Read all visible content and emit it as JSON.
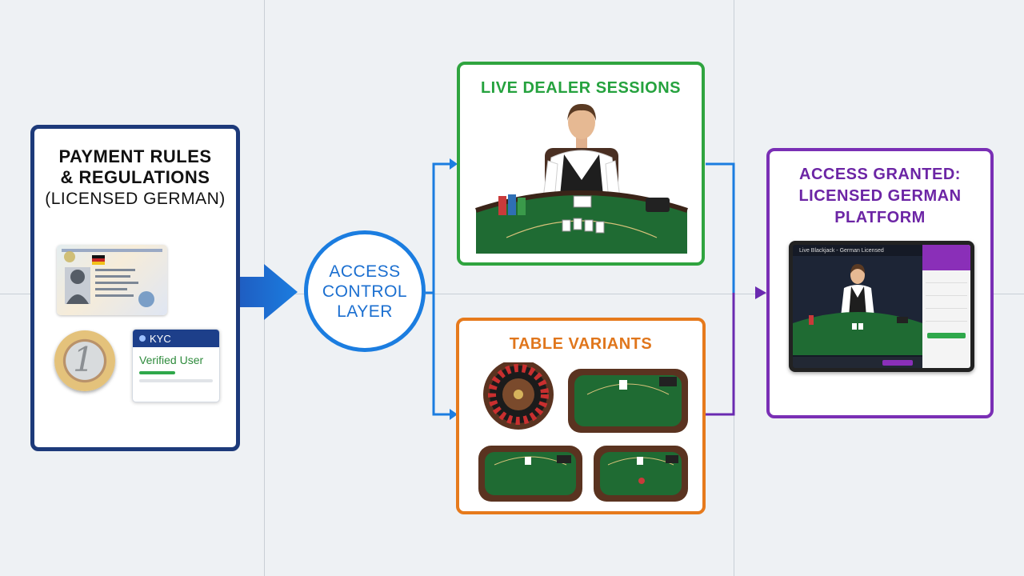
{
  "payment": {
    "title_line1": "PAYMENT RULES",
    "title_line2": "& REGULATIONS",
    "title_line3": "(LICENSED GERMAN)",
    "kyc_label": "KYC",
    "kyc_status": "Verified User",
    "coin_digit": "1"
  },
  "access_control": {
    "line1": "ACCESS",
    "line2": "CONTROL",
    "line3": "LAYER"
  },
  "live_dealer": {
    "title": "LIVE DEALER SESSIONS"
  },
  "table_variants": {
    "title": "TABLE VARIANTS"
  },
  "granted": {
    "title_line1": "ACCESS GRANTED:",
    "title_line2": "LICENSED GERMAN",
    "title_line3": "PLATFORM",
    "screen_title": "Live Blackjack - German Licensed"
  },
  "colors": {
    "navy": "#1d3a7a",
    "blue": "#1b7de0",
    "green": "#2fa43f",
    "orange": "#e67a1c",
    "purple": "#7a2fb5",
    "felt": "#1f6b33"
  },
  "icons": [
    "id-card-icon",
    "euro-coin-icon",
    "kyc-badge-icon",
    "dealer-icon",
    "roulette-icon",
    "blackjack-table-icon",
    "tablet-icon"
  ]
}
